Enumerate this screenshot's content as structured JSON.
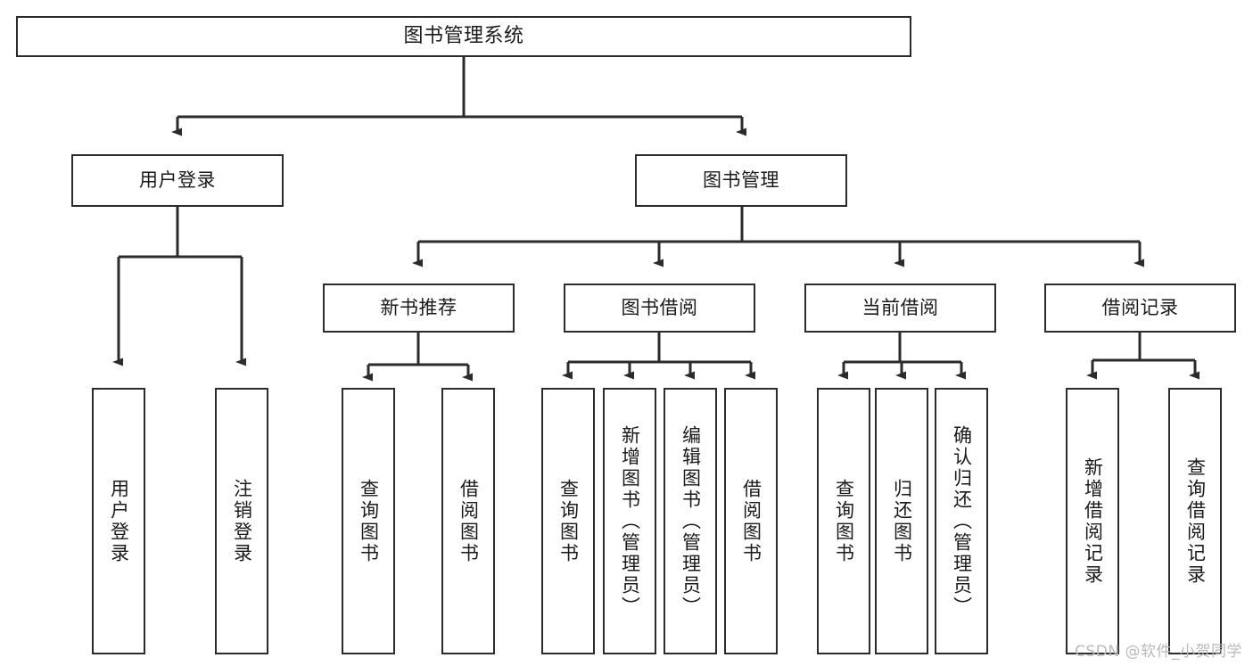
{
  "diagram": {
    "title": "图书管理系统",
    "type": "tree-hierarchy",
    "watermark": "CSDN @软件_小贺同学",
    "nodes": {
      "root": {
        "label": "图书管理系统"
      },
      "level2": [
        {
          "id": "user-login",
          "label": "用户登录"
        },
        {
          "id": "book-management",
          "label": "图书管理"
        }
      ],
      "level3": [
        {
          "id": "new-book-recommend",
          "label": "新书推荐"
        },
        {
          "id": "book-borrow",
          "label": "图书借阅"
        },
        {
          "id": "current-borrow",
          "label": "当前借阅"
        },
        {
          "id": "borrow-record",
          "label": "借阅记录"
        }
      ],
      "leaves": {
        "user_login": [
          {
            "id": "leaf-user-login",
            "label": "用户登录"
          },
          {
            "id": "leaf-logout",
            "label": "注销登录"
          }
        ],
        "new_book_recommend": [
          {
            "id": "leaf-query-book-1",
            "label": "查询图书"
          },
          {
            "id": "leaf-borrow-book-1",
            "label": "借阅图书"
          }
        ],
        "book_borrow": [
          {
            "id": "leaf-query-book-2",
            "label": "查询图书"
          },
          {
            "id": "leaf-add-book",
            "label": "新增图书（管理员）"
          },
          {
            "id": "leaf-edit-book",
            "label": "编辑图书（管理员）"
          },
          {
            "id": "leaf-borrow-book-2",
            "label": "借阅图书"
          }
        ],
        "current_borrow": [
          {
            "id": "leaf-query-book-3",
            "label": "查询图书"
          },
          {
            "id": "leaf-return-book",
            "label": "归还图书"
          },
          {
            "id": "leaf-confirm-return",
            "label": "确认归还（管理员）"
          }
        ],
        "borrow_record": [
          {
            "id": "leaf-add-record",
            "label": "新增借阅记录"
          },
          {
            "id": "leaf-query-record",
            "label": "查询借阅记录"
          }
        ]
      }
    },
    "colors": {
      "border": "#2b2b2b",
      "fill": "#ffffff",
      "text": "#1a1a1a",
      "edge": "#2b2b2b",
      "watermark": "#b9b9b9",
      "background": "#ffffff"
    }
  }
}
